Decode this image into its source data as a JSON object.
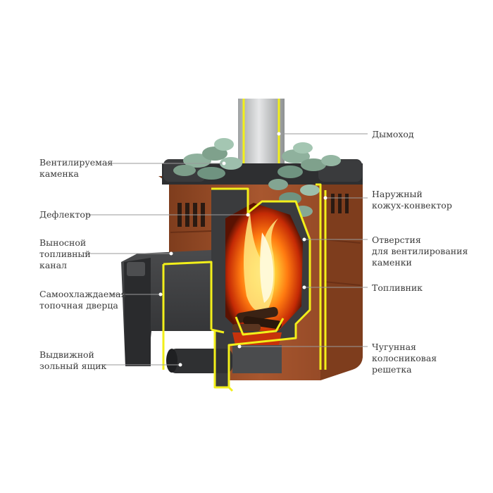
{
  "colors": {
    "body_copper": "#9a4f2c",
    "body_shadow": "#6e3518",
    "cast_iron": "#3a3b3d",
    "highlight_yellow": "#f2ef1a",
    "chimney": "#c9cbcc",
    "stones": "#8fb19d",
    "fire_orange": "#ff7a10",
    "label_text": "#3a3a3a",
    "leader_line": "#9a9a9a"
  },
  "labels": {
    "chimney": "Дымоход",
    "vent_stones_1": "Вентилируемая",
    "vent_stones_2": "каменка",
    "outer_casing_1": "Наружный",
    "outer_casing_2": "кожух-конвектор",
    "deflector": "Дефлектор",
    "vent_holes_1": "Отверстия",
    "vent_holes_2": "для вентилирования",
    "vent_holes_3": "каменки",
    "fuel_channel_1": "Выносной",
    "fuel_channel_2": "топливный",
    "fuel_channel_3": "канал",
    "firebox": "Топливник",
    "door_1": "Самоохлаждаемая",
    "door_2": "топочная дверца",
    "grate_1": "Чугунная",
    "grate_2": "колосниковая",
    "grate_3": "решетка",
    "ash_1": "Выдвижной",
    "ash_2": "зольный ящик"
  },
  "icons": {
    "stove_illustration": "sauna-stove-cutaway-icon"
  }
}
